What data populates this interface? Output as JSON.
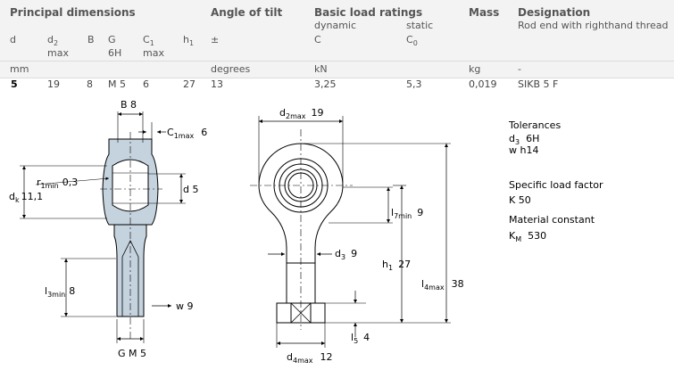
{
  "header": {
    "groups": {
      "principal_dimensions": "Principal dimensions",
      "angle_of_tilt": "Angle of tilt",
      "basic_load_ratings": "Basic load ratings",
      "mass": "Mass",
      "designation": "Designation"
    },
    "row2": {
      "d": "d",
      "d2": "d",
      "d2_sub": "2",
      "B": "B",
      "G": "G",
      "C1": "C",
      "C1_sub": "1",
      "h1": "h",
      "h1_sub": "1",
      "pm": "±",
      "dynamic": "dynamic",
      "static": "static",
      "designation_desc": "Rod end with righthand thread"
    },
    "row3": {
      "d2_max": "max",
      "G_6h": "6H",
      "C1_max": "max",
      "C": "C",
      "C0": "C",
      "C0_sub": "0"
    }
  },
  "units": {
    "mm": "mm",
    "degrees": "degrees",
    "kN": "kN",
    "kg": "kg",
    "designation": "-"
  },
  "values": {
    "d": "5",
    "d2": "19",
    "B": "8",
    "G": "M 5",
    "C1": "6",
    "h1": "27",
    "angle": "13",
    "dynamic_C": "3,25",
    "static_C0": "5,3",
    "mass": "0,019",
    "designation": "SIKB 5 F"
  },
  "drawing_left": {
    "B": "B 8",
    "C1max": "C",
    "C1max_sub": "1max",
    "C1max_val": "6",
    "r1min": "r",
    "r1min_sub": "1min",
    "r1min_val": "0,3",
    "dk": "d",
    "dk_sub": "k",
    "dk_val": "11,1",
    "d": "d  5",
    "l3min": "l",
    "l3min_sub": "3min",
    "l3min_val": "8",
    "w": "w  9",
    "G": "G  M 5"
  },
  "drawing_right": {
    "d2max": "d",
    "d2max_sub": "2max",
    "d2max_val": "19",
    "l7min": "l",
    "l7min_sub": "7min",
    "l7min_val": "9",
    "d3": "d",
    "d3_sub": "3",
    "d3_val": "9",
    "h1": "h",
    "h1_sub": "1",
    "h1_val": "27",
    "l4max": "l",
    "l4max_sub": "4max",
    "l4max_val": "38",
    "l5": "l",
    "l5_sub": "5",
    "l5_val": "4",
    "d4max": "d",
    "d4max_sub": "4max",
    "d4max_val": "12"
  },
  "specs": {
    "tolerances_title": "Tolerances",
    "tol_d3": "d",
    "tol_d3_sub": "3",
    "tol_d3_val": "6H",
    "tol_w": "w   h14",
    "load_factor_title": "Specific load factor",
    "load_factor": "K  50",
    "material_title": "Material constant",
    "material_k": "K",
    "material_k_sub": "M",
    "material_val": "530"
  },
  "colors": {
    "header_bg": "#f3f3f3",
    "part_fill": "#c5d3df"
  }
}
